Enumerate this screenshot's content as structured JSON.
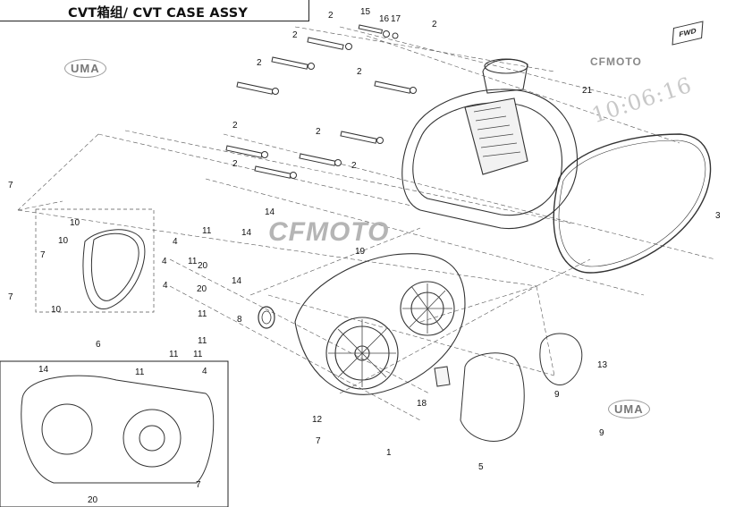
{
  "title": "CVT箱组/ CVT CASE ASSY",
  "fwd_label": "FWD",
  "watermarks": {
    "brand_main": "CFMOTO",
    "brand_small": "CFMOTO",
    "uma": "UMA",
    "timestamp": "10:06:16"
  },
  "callouts": [
    "2",
    "15",
    "16",
    "17",
    "2",
    "2",
    "2",
    "2",
    "2",
    "21",
    "2",
    "2",
    "2",
    "3",
    "7",
    "10",
    "10",
    "7",
    "7",
    "10",
    "6",
    "14",
    "14",
    "19",
    "4",
    "11",
    "4",
    "11",
    "20",
    "14",
    "4",
    "20",
    "8",
    "11",
    "11",
    "11",
    "11",
    "12",
    "7",
    "1",
    "18",
    "13",
    "9",
    "9",
    "5",
    "14",
    "11",
    "4",
    "20",
    "7"
  ]
}
